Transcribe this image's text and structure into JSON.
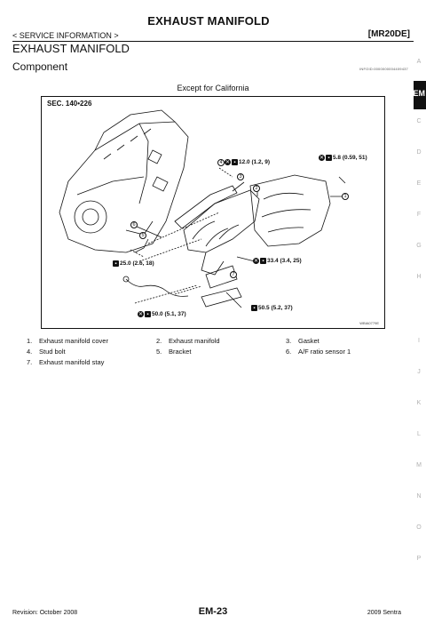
{
  "header": {
    "title": "EXHAUST MANIFOLD",
    "service_info": "< SERVICE INFORMATION >",
    "model_code": "[MR20DE]"
  },
  "section": {
    "title": "EXHAUST MANIFOLD",
    "subtitle": "Component",
    "doc_id": "INFOID:0000000004409437"
  },
  "figure": {
    "caption": "Except for California",
    "sec_label": "SEC. 140•226",
    "figure_id": "WBIA0779E",
    "callouts": [
      "1",
      "2",
      "3",
      "4",
      "5",
      "6",
      "7"
    ],
    "torques": [
      {
        "value": "12.0 (1.2, 9)"
      },
      {
        "value": "5.8 (0.59, 51)"
      },
      {
        "value": "25.0 (2.6, 18)"
      },
      {
        "value": "33.4 (3.4, 25)"
      },
      {
        "value": "50.5 (5.2, 37)"
      },
      {
        "value": "50.0 (5.1, 37)"
      }
    ]
  },
  "legend": [
    [
      {
        "num": "1.",
        "label": "Exhaust manifold cover"
      },
      {
        "num": "2.",
        "label": "Exhaust manifold"
      },
      {
        "num": "3.",
        "label": "Gasket"
      }
    ],
    [
      {
        "num": "4.",
        "label": "Stud bolt"
      },
      {
        "num": "5.",
        "label": "Bracket"
      },
      {
        "num": "6.",
        "label": "A/F ratio sensor 1"
      }
    ],
    [
      {
        "num": "7.",
        "label": "Exhaust manifold stay"
      }
    ]
  ],
  "side_tab": {
    "active": "EM",
    "letters": [
      "A",
      "C",
      "D",
      "E",
      "F",
      "G",
      "H",
      "I",
      "J",
      "K",
      "L",
      "M",
      "N",
      "O",
      "P"
    ]
  },
  "footer": {
    "revision": "Revision: October 2008",
    "page": "EM-23",
    "vehicle": "2009 Sentra"
  }
}
